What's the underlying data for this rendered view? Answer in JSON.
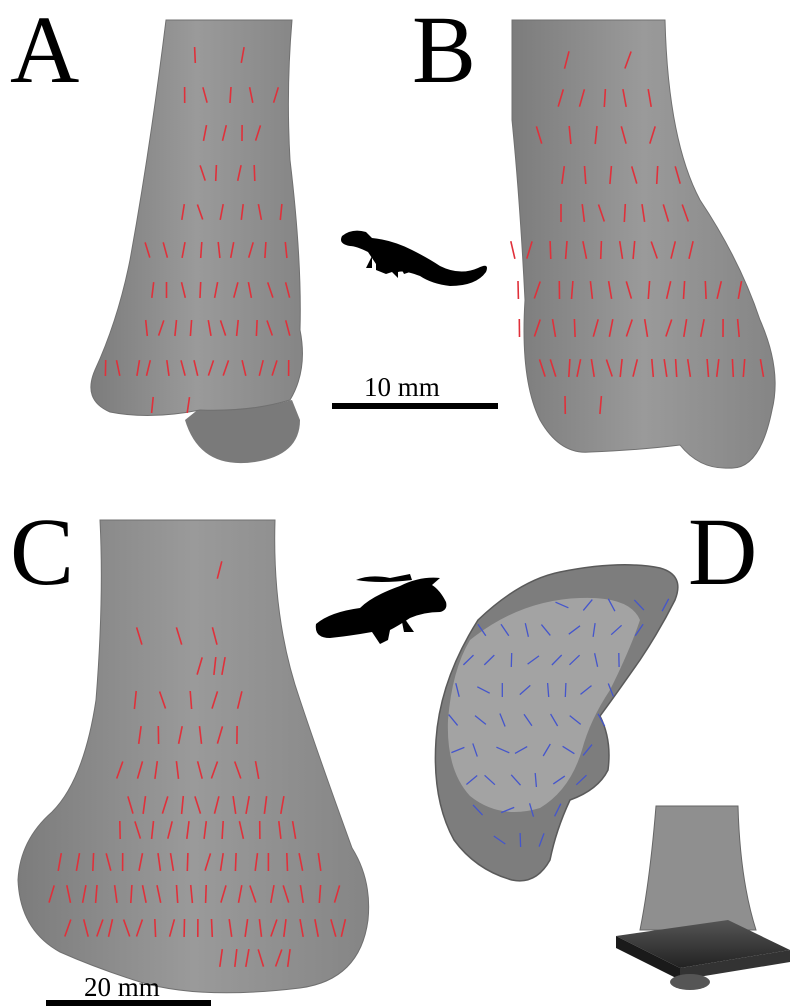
{
  "panels": [
    {
      "letter": "A"
    },
    {
      "letter": "B"
    },
    {
      "letter": "C"
    },
    {
      "letter": "D"
    }
  ],
  "scale_bars": [
    {
      "label": "10 mm"
    },
    {
      "label": "20 mm"
    }
  ],
  "silhouettes": [
    {
      "icon": "lizard-icon"
    },
    {
      "icon": "crocodile-icon"
    }
  ],
  "colors": {
    "bone": "#8e8e8e",
    "bone_dark": "#6a6a6a",
    "marker_red": "#e0303a",
    "marker_blue": "#4455cc",
    "silhouette": "#000000"
  }
}
